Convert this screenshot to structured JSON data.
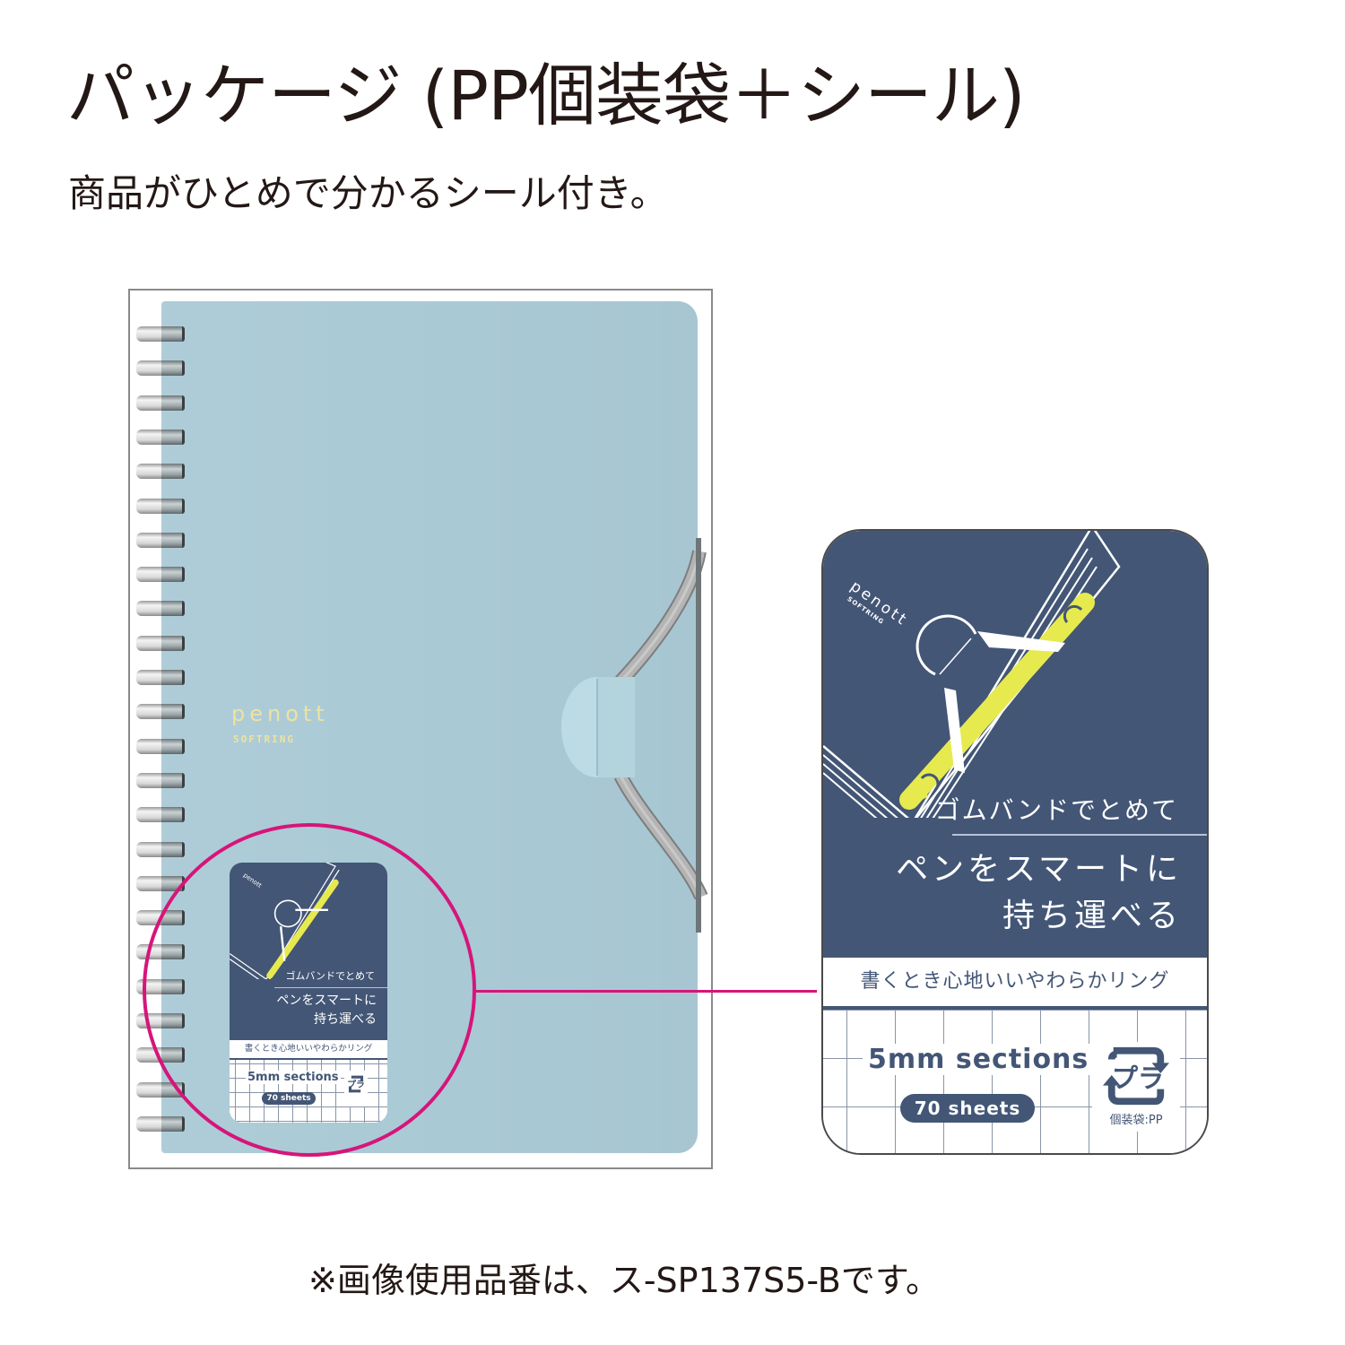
{
  "heading": {
    "title": "パッケージ (PP個装袋＋シール)",
    "subtitle": "商品がひとめで分かるシール付き。"
  },
  "notebook": {
    "brand": "penott",
    "brand_sub": "SOFTRING",
    "cover_color": "#aacad6",
    "band_color": "#a9a9a9",
    "ring_count": 24
  },
  "sticker": {
    "brand": "penott",
    "brand_sub": "SOFTRING",
    "line1": "ゴムバンドでとめて",
    "line2a": "ペンをスマートに",
    "line2b": "持ち運べる",
    "strip_text": "書くとき心地いいやわらかリング",
    "sections": "5mm sections",
    "sheets": "70 sheets",
    "recycle_mark": "プラ",
    "recycle_label": "個装袋:PP",
    "navy": "#435676",
    "pen_yellow": "#e6ea4f"
  },
  "callout": {
    "highlight_color": "#d6157a"
  },
  "footnote": "※画像使用品番は、ス-SP137S5-Bです。"
}
